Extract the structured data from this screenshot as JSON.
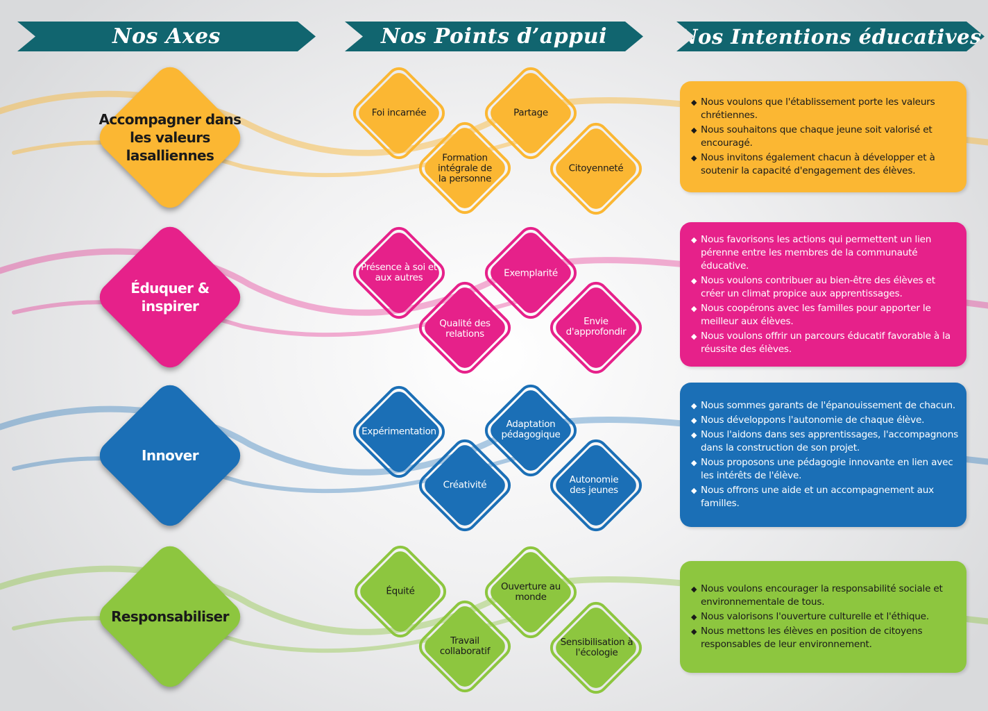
{
  "headers": {
    "axes": "Nos Axes",
    "points": "Nos Points d’appui",
    "intentions": "Nos Intentions éducatives"
  },
  "colors": {
    "header": "#11656f",
    "orange": "#fbb733",
    "pink": "#e6218a",
    "blue": "#1b6fb6",
    "green": "#8dc63f"
  },
  "bullet_icon": "◆",
  "rows": [
    {
      "axis": "Accompagner dans les valeurs lasalliennes",
      "color": "orange",
      "points": [
        "Foi incarnée",
        "Partage",
        "Formation intégrale de la personne",
        "Citoyenneté"
      ],
      "intentions": [
        "Nous voulons que l'établissement porte les valeurs chrétiennes.",
        "Nous souhaitons que chaque jeune soit valorisé et encouragé.",
        "Nous invitons également chacun à développer et à soutenir la capacité d'engagement des élèves."
      ]
    },
    {
      "axis": "Éduquer & inspirer",
      "color": "pink",
      "points": [
        "Présence à soi et aux autres",
        "Exemplarité",
        "Qualité des relations",
        "Envie d'approfondir"
      ],
      "intentions": [
        "Nous favorisons les actions qui permettent un lien pérenne entre les membres de la communauté éducative.",
        "Nous voulons contribuer au bien-être des élèves et créer un climat propice aux apprentissages.",
        "Nous coopérons avec les familles pour apporter le meilleur aux élèves.",
        "Nous voulons offrir un parcours éducatif favorable à la réussite des élèves."
      ]
    },
    {
      "axis": "Innover",
      "color": "blue",
      "points": [
        "Expérimentation",
        "Adaptation pédagogique",
        "Créativité",
        "Autonomie des jeunes"
      ],
      "intentions": [
        "Nous sommes garants de l'épanouissement de chacun.",
        "Nous développons l'autonomie de chaque élève.",
        "Nous l'aidons dans ses apprentissages, l'accompagnons dans la construction de son projet.",
        "Nous proposons une pédagogie innovante en lien avec les intérêts de l'élève.",
        "Nous offrons une aide et un accompagnement aux familles."
      ]
    },
    {
      "axis": "Responsabiliser",
      "color": "green",
      "points": [
        "Équité",
        "Ouverture au monde",
        "Travail collaboratif",
        "Sensibilisation à l'écologie"
      ],
      "intentions": [
        "Nous voulons encourager la responsabilité sociale et environnementale de tous.",
        "Nous valorisons l'ouverture culturelle et l'éthique.",
        "Nous mettons les élèves en position de citoyens responsables de leur environnement."
      ]
    }
  ]
}
